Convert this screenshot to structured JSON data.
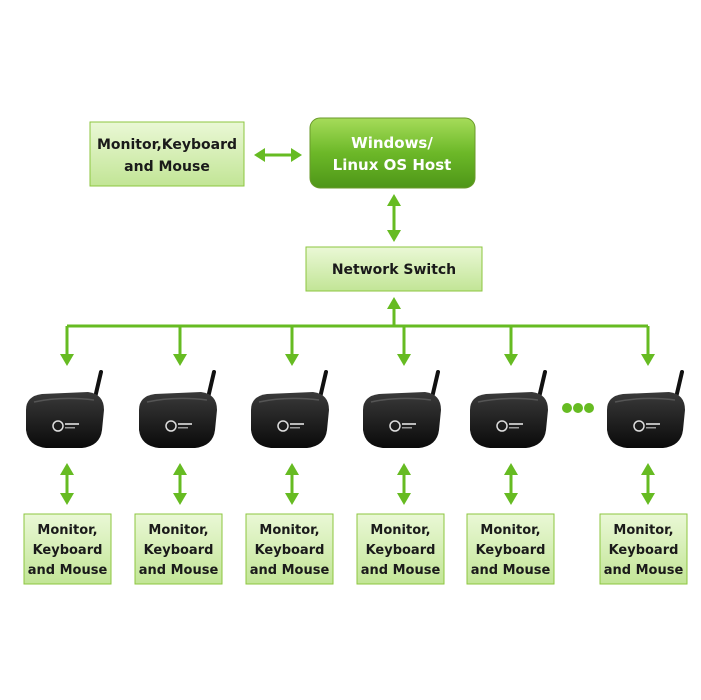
{
  "host": {
    "line1": "Windows/",
    "line2": "Linux OS Host"
  },
  "host_peripherals": {
    "line1": "Monitor,Keyboard",
    "line2": "and Mouse"
  },
  "switch": {
    "label": "Network Switch"
  },
  "clients": [
    {
      "line1": "Monitor,",
      "line2": "Keyboard",
      "line3": "and Mouse"
    },
    {
      "line1": "Monitor,",
      "line2": "Keyboard",
      "line3": "and Mouse"
    },
    {
      "line1": "Monitor,",
      "line2": "Keyboard",
      "line3": "and Mouse"
    },
    {
      "line1": "Monitor,",
      "line2": "Keyboard",
      "line3": "and Mouse"
    },
    {
      "line1": "Monitor,",
      "line2": "Keyboard",
      "line3": "and Mouse"
    },
    {
      "line1": "Monitor,",
      "line2": "Keyboard",
      "line3": "and Mouse"
    }
  ],
  "device_icon": "wireless-thin-client-icon",
  "colors": {
    "accent": "#66bb22",
    "box_fill": "#d6f0b0",
    "host_fill": "#5aa61e"
  }
}
